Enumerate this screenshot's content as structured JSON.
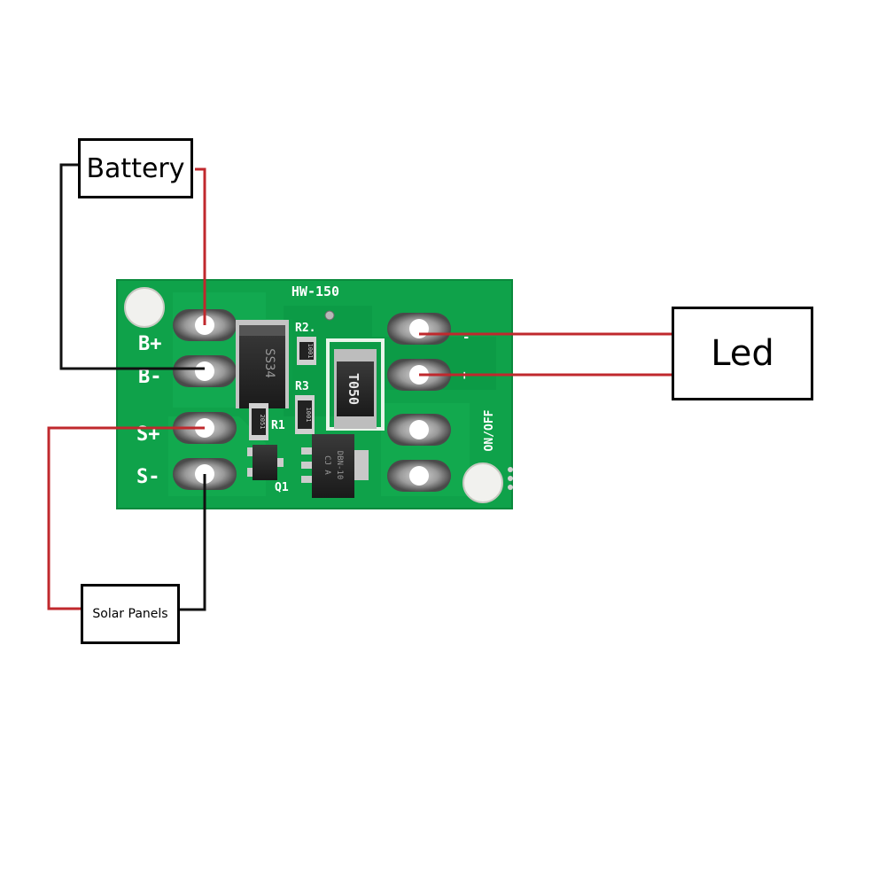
{
  "labels": {
    "battery": "Battery",
    "led": "Led",
    "solar": "Solar Panels"
  },
  "board": {
    "model": "HW-150",
    "pin_b_plus": "B+",
    "pin_b_minus": "B-",
    "pin_s_plus": "S+",
    "pin_s_minus": "S-",
    "switch": "ON/OFF",
    "r1": "R1",
    "r2": "R2.",
    "r3": "R3",
    "q1": "Q1",
    "diode": "SS34",
    "inductor": "T050",
    "r1_code": "2051",
    "r2_code": "1001",
    "r3_code": "1001",
    "ic_line1": "CJ A",
    "ic_line2": "DBN-10"
  },
  "colors": {
    "pcb": "#0fa24a",
    "pcb_dark": "#0b8a3d",
    "silk": "#ffffff",
    "wire_positive": "#c0282d",
    "wire_negative": "#111111"
  }
}
